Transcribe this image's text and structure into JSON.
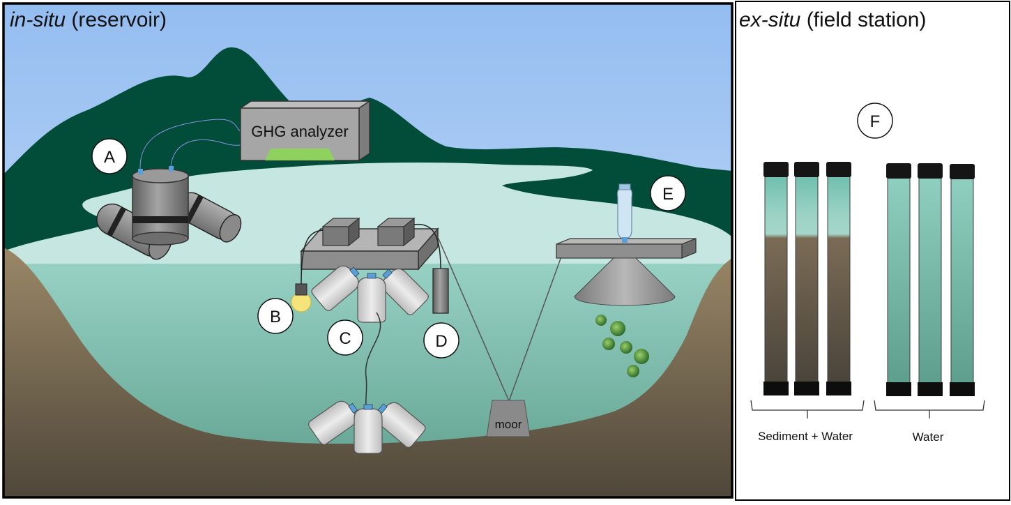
{
  "panels": {
    "insitu": {
      "title_italic": "in-situ",
      "title_rest": " (reservoir)"
    },
    "exsitu": {
      "title_italic": "ex-situ",
      "title_rest": " (field station)"
    }
  },
  "labels": {
    "A": "A",
    "B": "B",
    "C": "C",
    "D": "D",
    "E": "E",
    "F": "F"
  },
  "devices": {
    "analyzer": "GHG analyzer",
    "moor": "moor"
  },
  "cores": {
    "group1": "Sediment + Water",
    "group2": "Water"
  },
  "colors": {
    "sky_top": "#9ec3f0",
    "sky_bottom": "#c4dcf8",
    "mountain": "#024d3a",
    "lake_surface": "#c6e6e1",
    "water": "#8ecbbd",
    "sediment": "#8b7b63",
    "analyzer_screen": "#8fd15f"
  }
}
